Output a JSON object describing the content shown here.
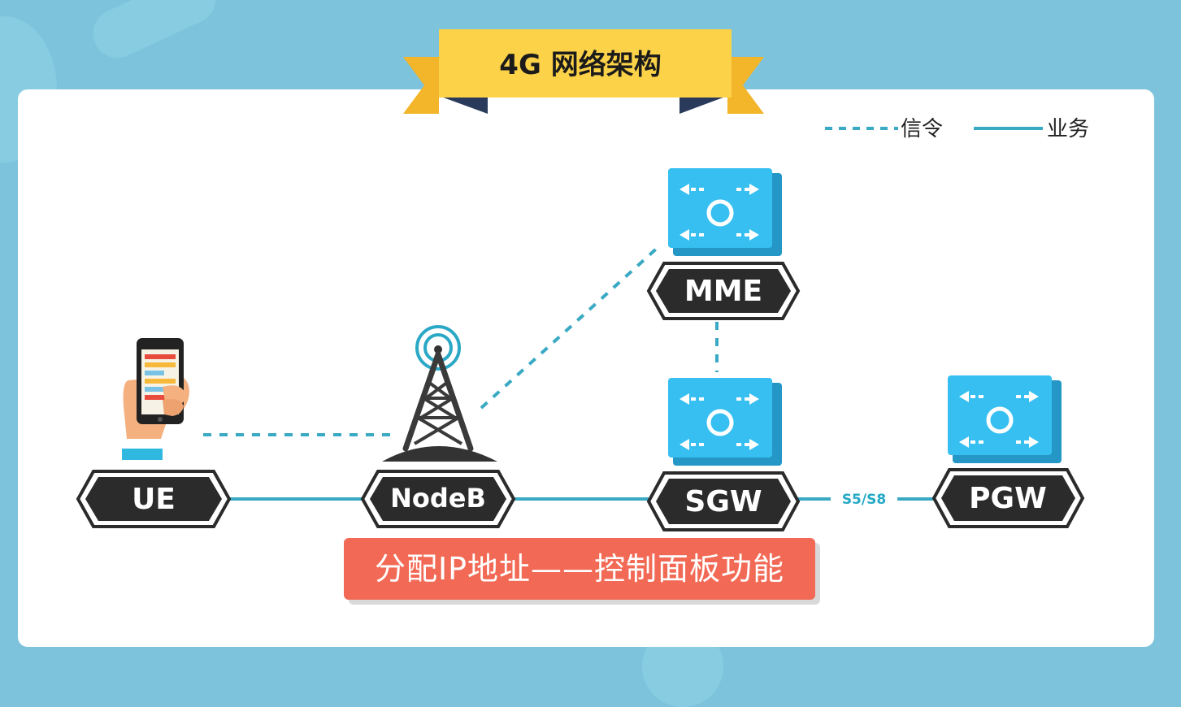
{
  "title": "4G 网络架构",
  "legend": {
    "signaling": "信令",
    "service": "业务"
  },
  "nodes": {
    "ue": "UE",
    "nodeb": "NodeB",
    "mme": "MME",
    "sgw": "SGW",
    "pgw": "PGW"
  },
  "interface_label": "S5/S8",
  "callout": "分配IP地址——控制面板功能",
  "colors": {
    "background": "#7dc3dc",
    "banner": "#fbcc3a",
    "node_label": "#2b2b2b",
    "device": "#34bde8",
    "link": "#3aa9c4",
    "callout": "#f26a55"
  },
  "icons": {
    "ue": "smartphone-in-hand-icon",
    "nodeb": "radio-tower-icon",
    "gateway": "router-icon"
  }
}
